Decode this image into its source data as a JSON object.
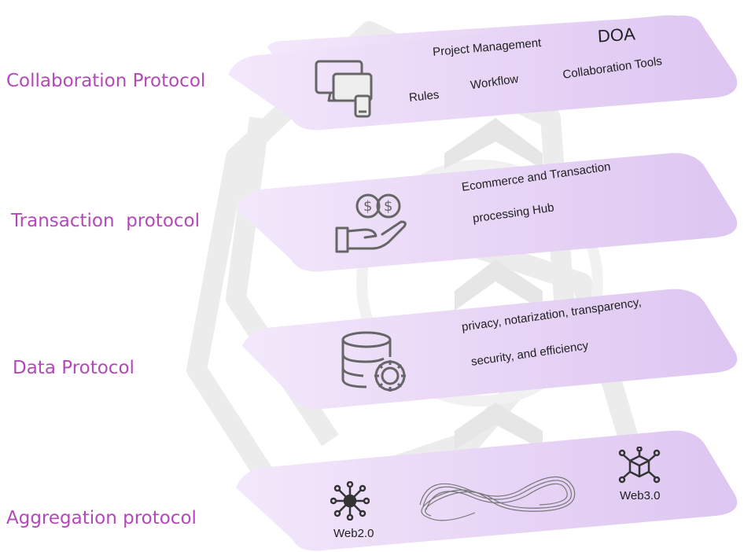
{
  "layers": [
    {
      "label": "Collaboration Protocol",
      "items": {
        "project_management": "Project Management",
        "doa": "DOA",
        "rules": "Rules",
        "workflow": "Workflow",
        "collaboration_tools": "Collaboration Tools"
      },
      "icon": "devices-icon"
    },
    {
      "label": "Transaction  protocol",
      "items": {
        "line1": "Ecommerce and Transaction",
        "line2": "processing Hub"
      },
      "icon": "hand-coins-icon"
    },
    {
      "label": "Data Protocol",
      "items": {
        "line1": "privacy, notarization, transparency,",
        "line2": "security, and efficiency"
      },
      "icon": "database-gear-icon"
    },
    {
      "label": "Aggregation protocol",
      "items": {
        "web2": "Web2.0",
        "web3": "Web3.0"
      },
      "icon": "network-node-icon"
    }
  ],
  "colors": {
    "label": "#b349b8",
    "plate": "#e9d9f7",
    "plate_edge": "#f4ebfb",
    "icon": "#666666",
    "watermark": "#ededed"
  }
}
